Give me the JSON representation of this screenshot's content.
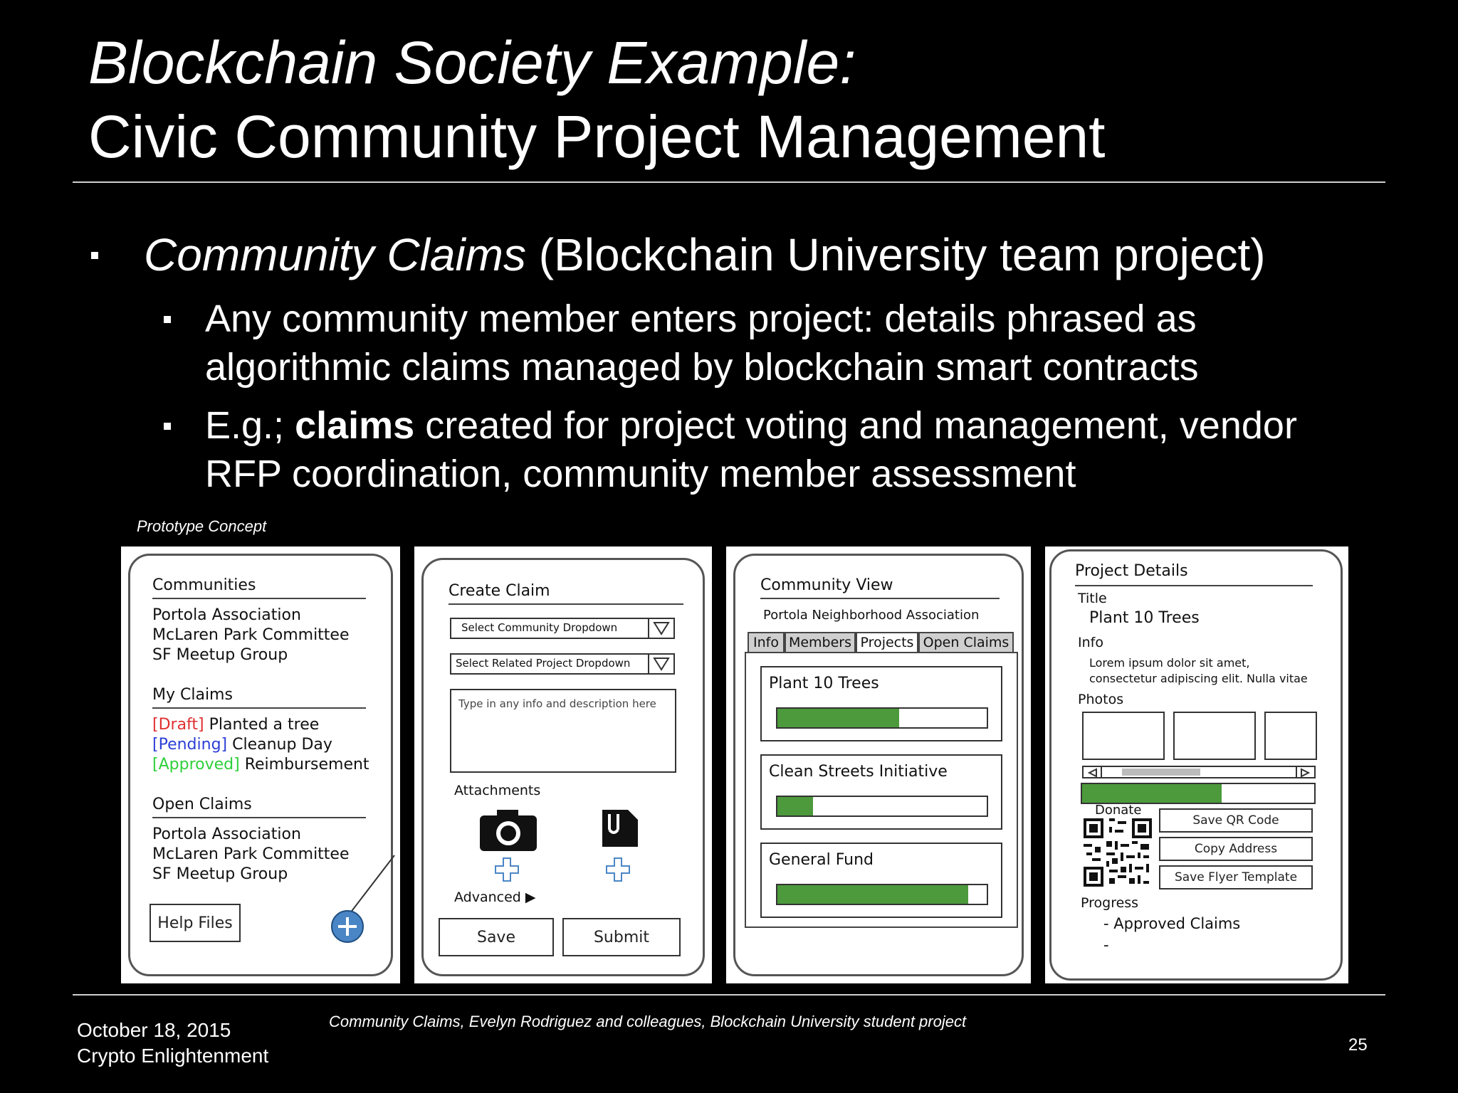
{
  "title": {
    "line1": "Blockchain Society Example:",
    "line2": "Civic Community Project Management"
  },
  "bullets": {
    "main": {
      "italic": "Community Claims",
      "rest": " (Blockchain University team project)"
    },
    "sub1": "Any community member enters project: details phrased as algorithmic claims managed by blockchain smart contracts",
    "sub2": {
      "prefix": "E.g.; ",
      "bold": "claims",
      "rest": " created for project voting and management, vendor RFP coordination, community member assessment"
    }
  },
  "prototype_label": "Prototype Concept",
  "screen1": {
    "communities_heading": "Communities",
    "communities": [
      "Portola Association",
      "McLaren Park Committee",
      "SF Meetup Group"
    ],
    "my_claims_heading": "My Claims",
    "my_claims": [
      {
        "status": "[Draft]",
        "status_color": "#e03030",
        "label": "Planted a tree"
      },
      {
        "status": "[Pending]",
        "status_color": "#2b3fd6",
        "label": "Cleanup Day"
      },
      {
        "status": "[Approved]",
        "status_color": "#2fcf3a",
        "label": "Reimbursement"
      }
    ],
    "open_claims_heading": "Open Claims",
    "open_claims": [
      "Portola Association",
      "McLaren Park Committee",
      "SF Meetup Group"
    ],
    "help_button": "Help Files",
    "add_button_icon": "plus-circle-icon"
  },
  "screen2": {
    "heading": "Create Claim",
    "community_dropdown": "Select Community Dropdown",
    "project_dropdown": "Select Related Project Dropdown",
    "description_placeholder": "Type in any info and description here",
    "attachments_label": "Attachments",
    "attachment_icons": [
      "camera-icon",
      "document-icon"
    ],
    "advanced_label": "Advanced",
    "save_button": "Save",
    "submit_button": "Submit"
  },
  "screen3": {
    "heading": "Community View",
    "community_name": "Portola Neighborhood Association",
    "tabs": [
      "Info",
      "Members",
      "Projects",
      "Open Claims"
    ],
    "active_tab": "Projects",
    "projects": [
      {
        "name": "Plant 10 Trees",
        "progress": 0.58
      },
      {
        "name": "Clean Streets Initiative",
        "progress": 0.17
      },
      {
        "name": "General Fund",
        "progress": 0.91
      }
    ]
  },
  "screen4": {
    "heading": "Project Details",
    "title_label": "Title",
    "title_value": "Plant 10 Trees",
    "info_label": "Info",
    "info_line1": "Lorem ipsum dolor sit amet,",
    "info_line2": "consectetur adipiscing elit. Nulla vitae",
    "photos_label": "Photos",
    "funding_progress": 0.6,
    "donate_label": "Donate",
    "save_qr_button": "Save QR Code",
    "copy_address_button": "Copy Address",
    "save_flyer_button": "Save Flyer Template",
    "progress_label": "Progress",
    "progress_item1": "- Approved Claims",
    "progress_item2": "-"
  },
  "footer": {
    "date": "October 18, 2015",
    "event": "Crypto Enlightenment",
    "credit": "Community Claims, Evelyn Rodriguez and colleagues, Blockchain University student project",
    "page_number": "25"
  }
}
